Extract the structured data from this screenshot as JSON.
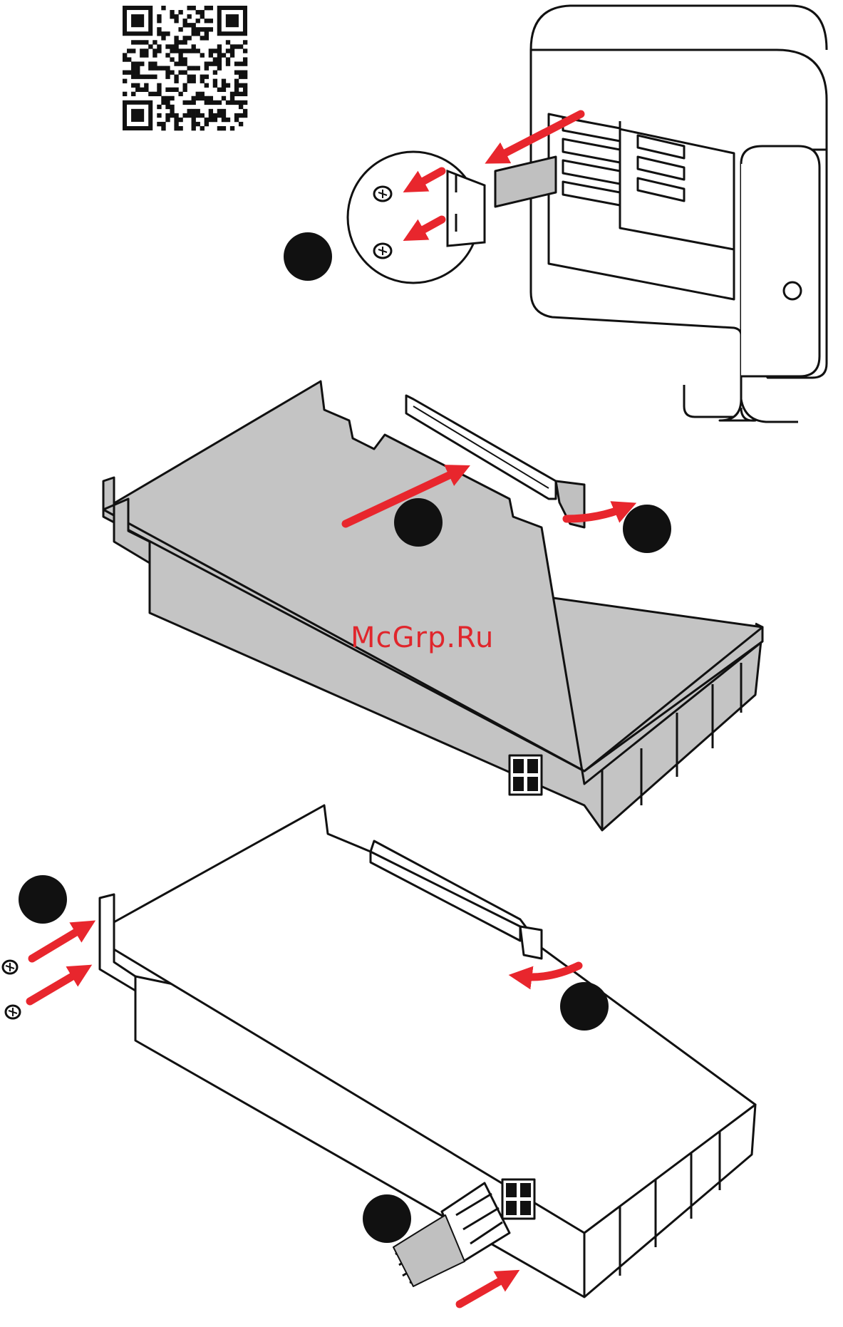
{
  "watermark": {
    "text": "McGrp.Ru",
    "color": "#e0262c"
  },
  "colors": {
    "arrow": "#e8262d",
    "line": "#111111",
    "card_fill": "#c4c4c4",
    "bracket_fill": "#c0c0c0",
    "step_marker": "#111111"
  },
  "steps": [
    {
      "id": "remove-slot-cover",
      "marker": "step-marker-1"
    },
    {
      "id": "open-latch-and-insert-card",
      "marker": "step-marker-2"
    },
    {
      "id": "latch-release",
      "marker": "step-marker-3"
    },
    {
      "id": "secure-bracket-screws",
      "marker": "step-marker-4"
    },
    {
      "id": "latch-close",
      "marker": "step-marker-5"
    },
    {
      "id": "connect-power-cable",
      "marker": "step-marker-6"
    }
  ],
  "icons": {
    "qr_code": "qr-code-icon",
    "screw": "screw-icon",
    "arrow": "arrow-icon"
  }
}
